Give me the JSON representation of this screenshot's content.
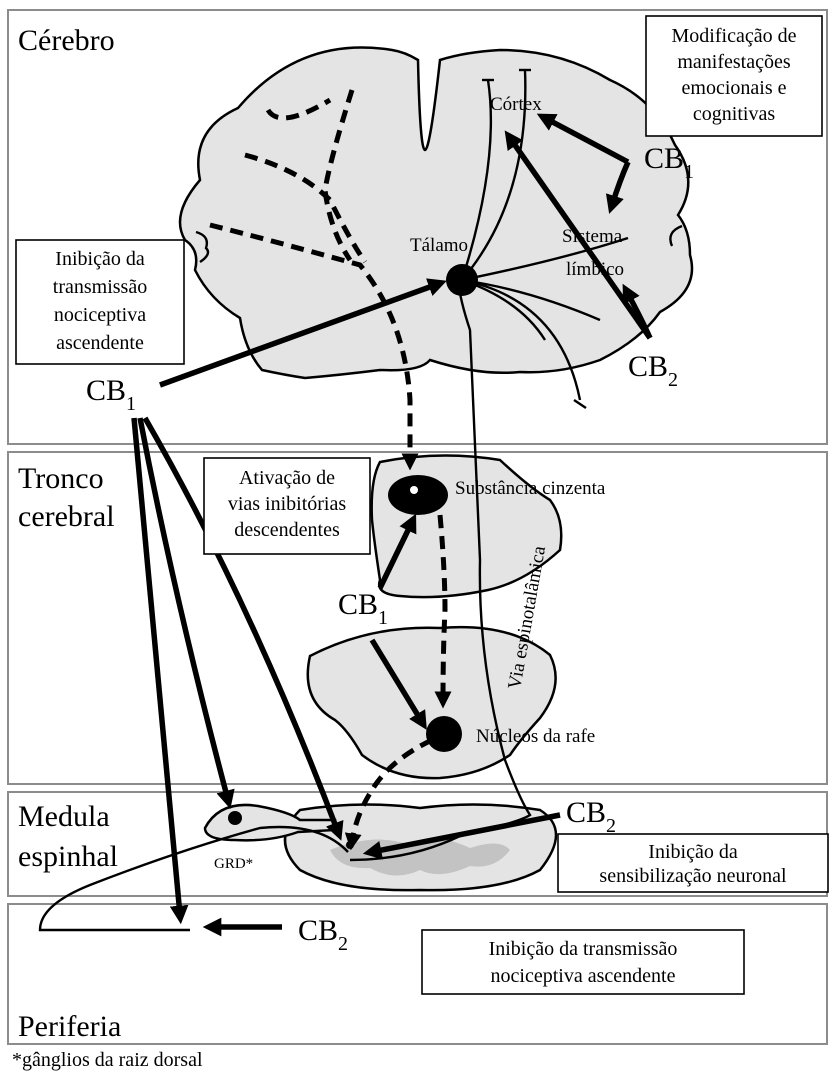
{
  "regions": {
    "brain": "Cérebro",
    "brainstem_line1": "Tronco",
    "brainstem_line2": "cerebral",
    "spinal_line1": "Medula",
    "spinal_line2": "espinhal",
    "periphery": "Periferia"
  },
  "receptors": {
    "cb1": "CB",
    "cb1_sub": "1",
    "cb2": "CB",
    "cb2_sub": "2"
  },
  "labels": {
    "cortex": "Córtex",
    "thalamus": "Tálamo",
    "limbic_line1": "Sistema",
    "limbic_line2": "límbico",
    "gray_matter": "Substância cinzenta",
    "spinothalamic": "Via espinotalâmica",
    "raphe": "Núcleos da rafe",
    "drg": "GRD*"
  },
  "boxes": {
    "emotional": [
      "Modificação de",
      "manifestações",
      "emocionais e",
      "cognitivas"
    ],
    "ascending_inhibition": [
      "Inibição da",
      "transmissão",
      "nociceptiva",
      "ascendente"
    ],
    "descending_activation": [
      "Ativação de",
      "vias inibitórias",
      "descendentes"
    ],
    "sensitization": [
      "Inibição da",
      "sensibilização neuronal"
    ],
    "periphery": [
      "Inibição da transmissão",
      "nociceptiva ascendente"
    ]
  },
  "footnote": "*gânglios da raiz dorsal"
}
